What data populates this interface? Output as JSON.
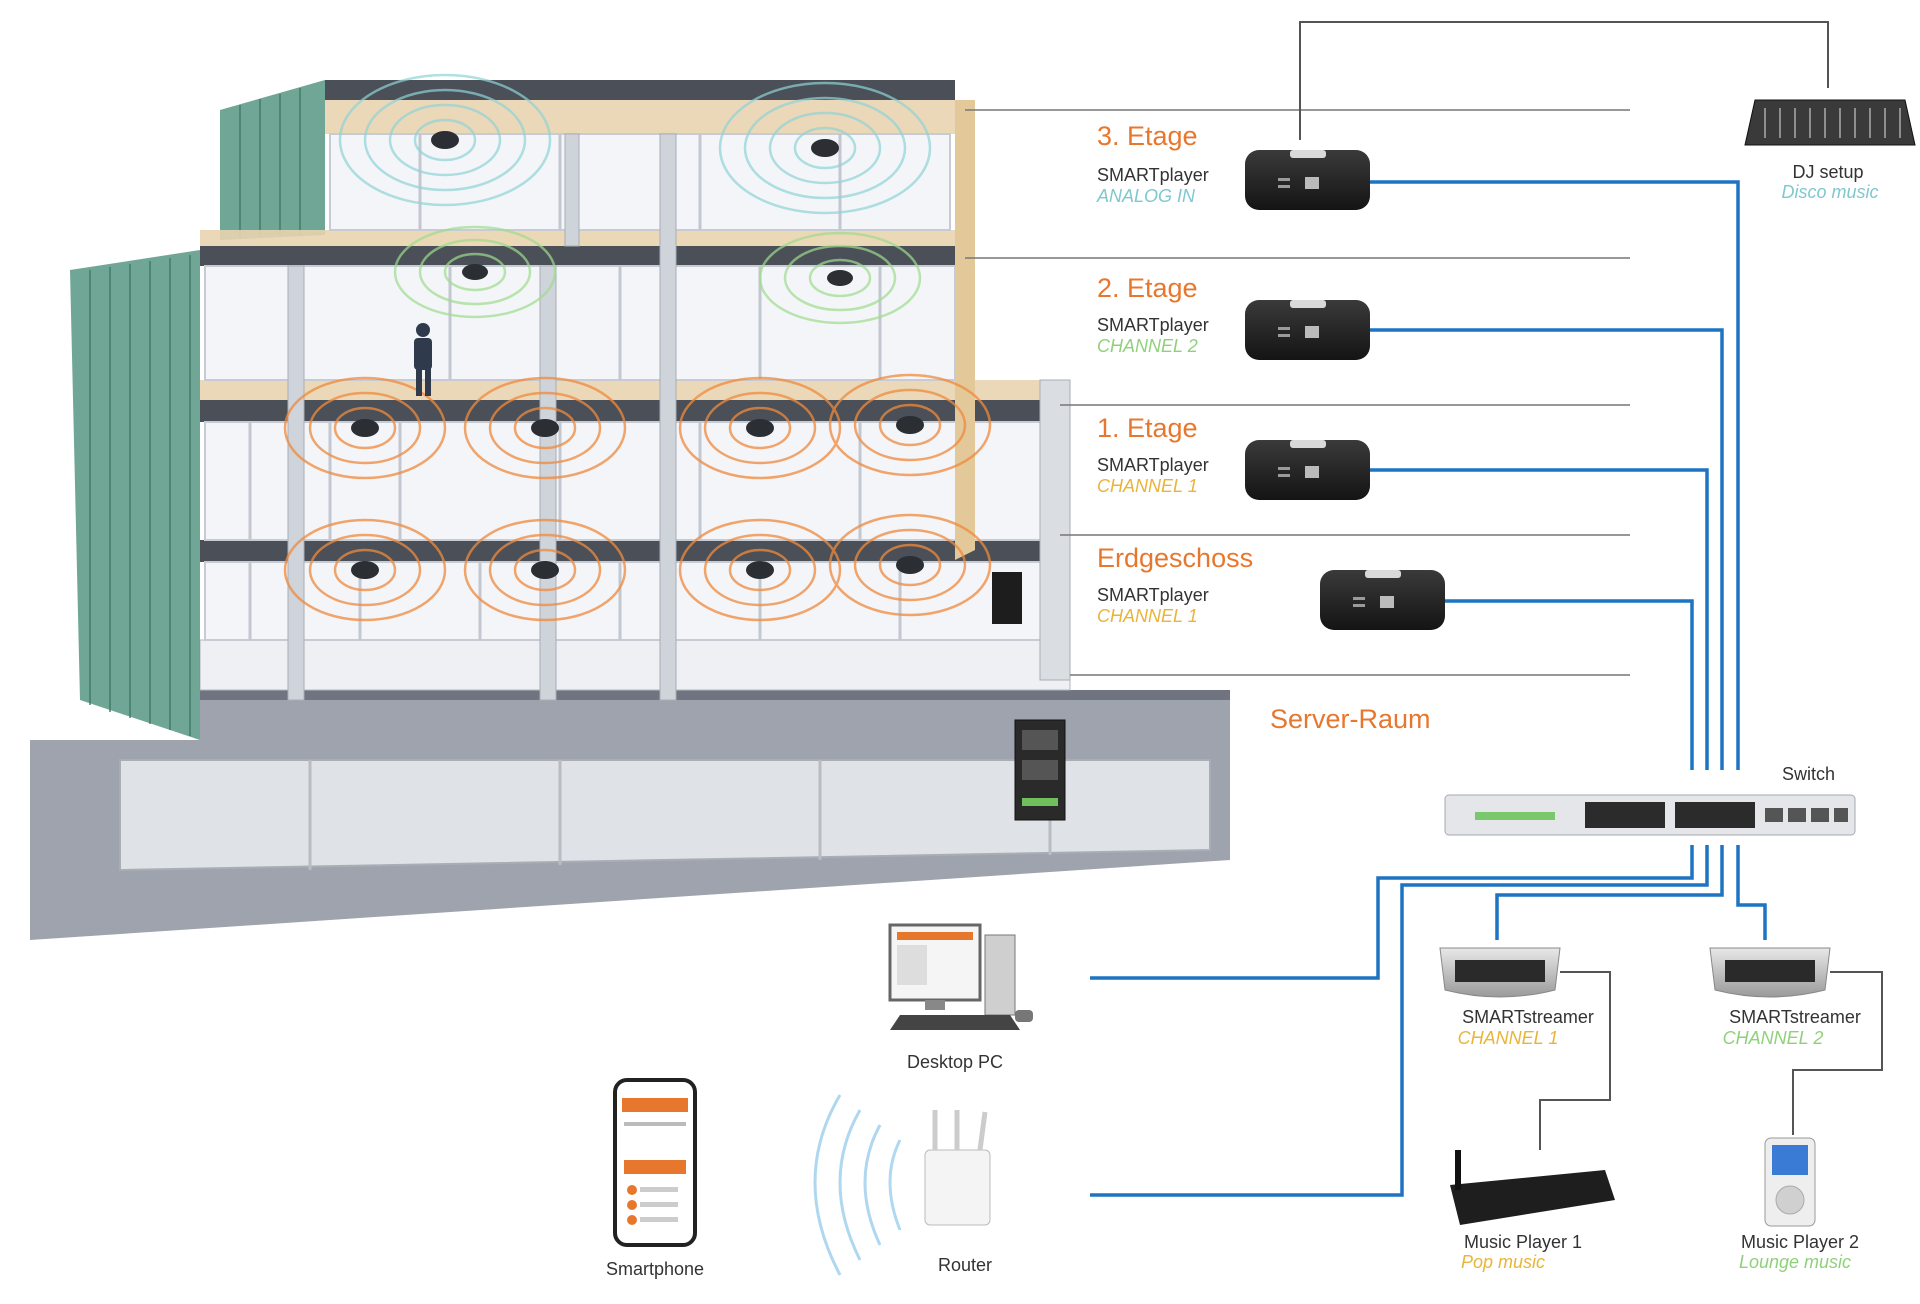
{
  "colors": {
    "accent_orange": "#e8772e",
    "analog_teal": "#7fc8cf",
    "channel_green": "#8fd17a",
    "channel_yellow": "#e9b437",
    "cable_blue": "#1d74c2",
    "building_green": "#5c9a86"
  },
  "floors": [
    {
      "title": "3. Etage",
      "device": "SMARTplayer",
      "source": "ANALOG IN"
    },
    {
      "title": "2. Etage",
      "device": "SMARTplayer",
      "source": "CHANNEL 2"
    },
    {
      "title": "1. Etage",
      "device": "SMARTplayer",
      "source": "CHANNEL 1"
    },
    {
      "title": "Erdgeschoss",
      "device": "SMARTplayer",
      "source": "CHANNEL 1"
    }
  ],
  "server_room": "Server-Raum",
  "dj": {
    "name": "DJ setup",
    "desc": "Disco music"
  },
  "switch_label": "Switch",
  "streamers": [
    {
      "name": "SMARTstreamer",
      "channel": "CHANNEL 1"
    },
    {
      "name": "SMARTstreamer",
      "channel": "CHANNEL 2"
    }
  ],
  "music_players": [
    {
      "name": "Music Player 1",
      "desc": "Pop music"
    },
    {
      "name": "Music Player 2",
      "desc": "Lounge music"
    }
  ],
  "desktop_label": "Desktop PC",
  "router_label": "Router",
  "smartphone_label": "Smartphone",
  "icons": [
    "speaker-icon",
    "smartplayer-icon",
    "mixer-icon",
    "network-switch-icon",
    "streamer-icon",
    "desktop-pc-icon",
    "router-icon",
    "smartphone-icon",
    "music-player-icon",
    "ipod-icon",
    "server-rack-icon",
    "person-icon"
  ]
}
